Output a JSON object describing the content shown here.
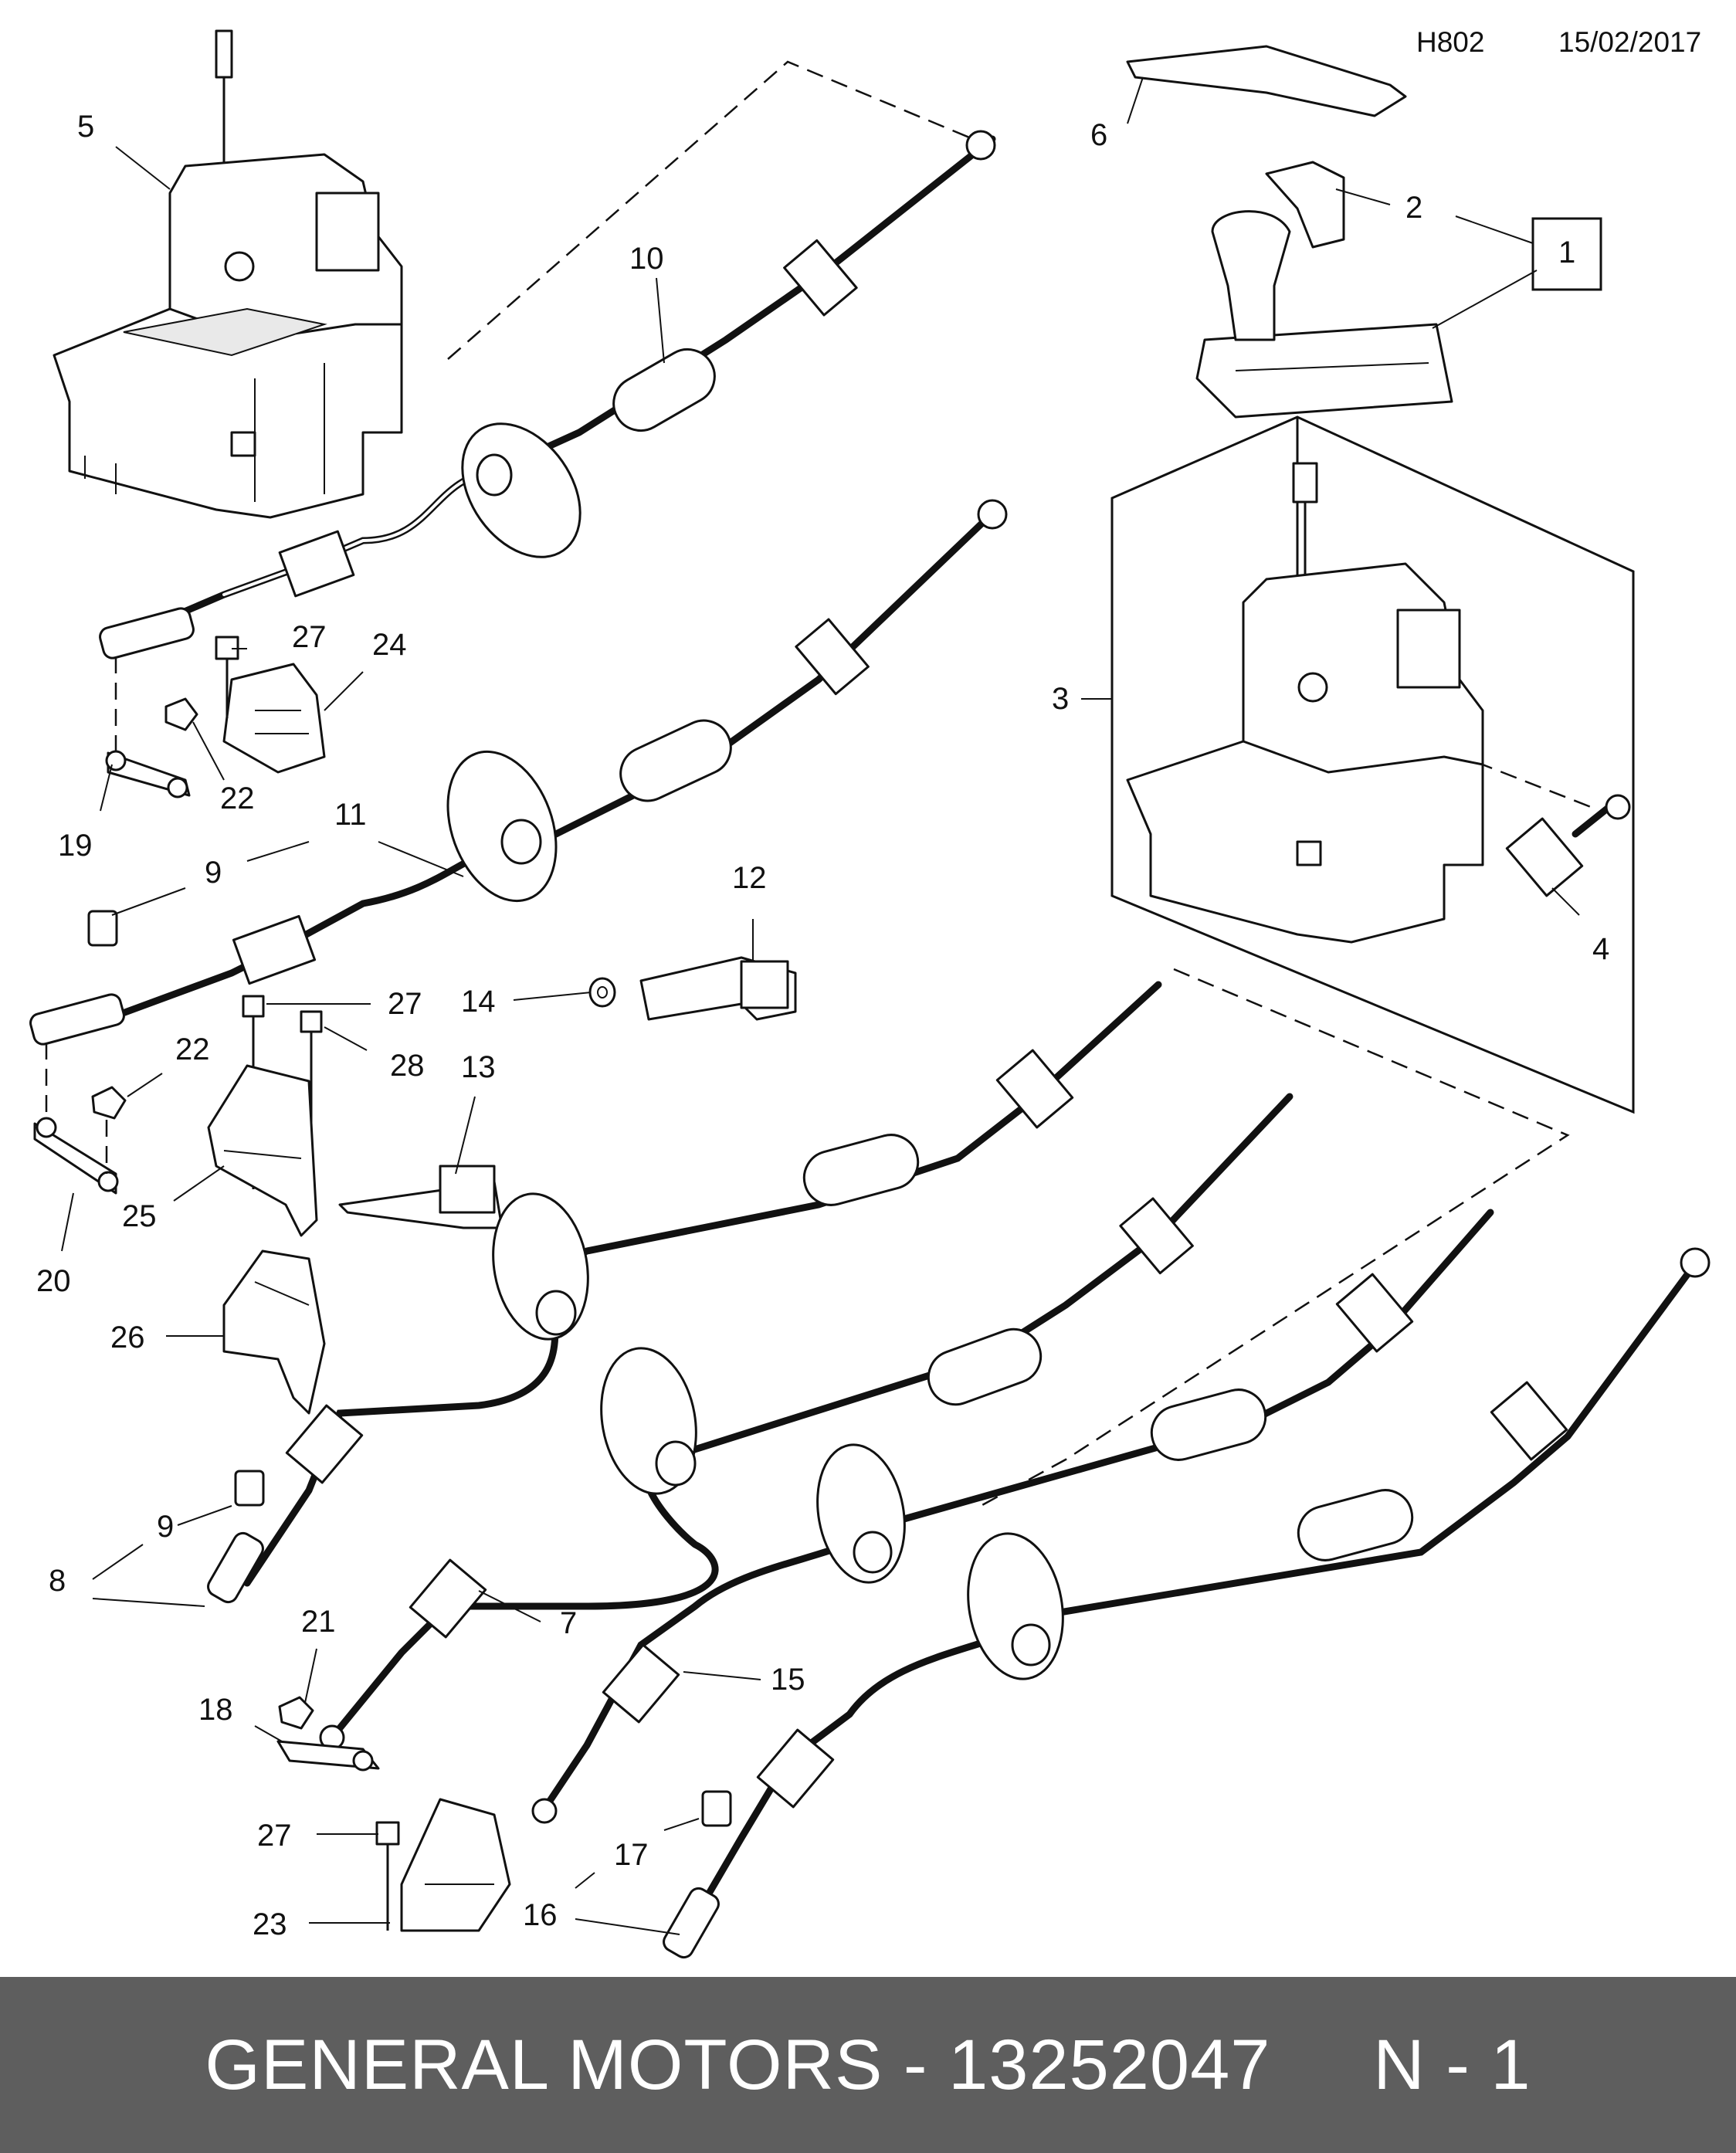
{
  "header": {
    "code": "H802",
    "date": "15/02/2017"
  },
  "callouts": {
    "c1": "1",
    "c2": "2",
    "c3": "3",
    "c4": "4",
    "c5": "5",
    "c6": "6",
    "c7": "7",
    "c8": "8",
    "c9a": "9",
    "c9b": "9",
    "c10": "10",
    "c11": "11",
    "c12": "12",
    "c13": "13",
    "c14": "14",
    "c15": "15",
    "c16": "16",
    "c17": "17",
    "c18": "18",
    "c19": "19",
    "c20": "20",
    "c21": "21",
    "c22a": "22",
    "c22b": "22",
    "c23": "23",
    "c24": "24",
    "c25": "25",
    "c26": "26",
    "c27a": "27",
    "c27b": "27",
    "c27c": "27",
    "c28": "28"
  },
  "highlight_color": "#f4878a",
  "footer": {
    "text": "GENERAL MOTORS - 13252047     N - 1",
    "background": "#5e5e5e"
  }
}
